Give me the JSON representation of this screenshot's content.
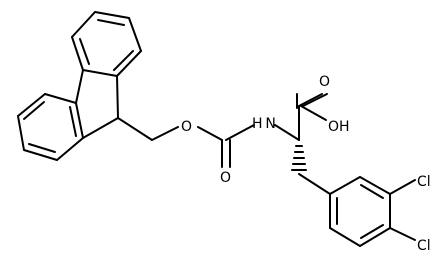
{
  "structure": {
    "labels": {
      "ester_oxygen": "O",
      "amide_nitrogen": "H N",
      "carbamate_oxygen": "O",
      "carboxyl_oxygen": "O",
      "hydroxyl": "OH",
      "chloro_meta": "Cl",
      "chloro_para": "Cl"
    }
  }
}
